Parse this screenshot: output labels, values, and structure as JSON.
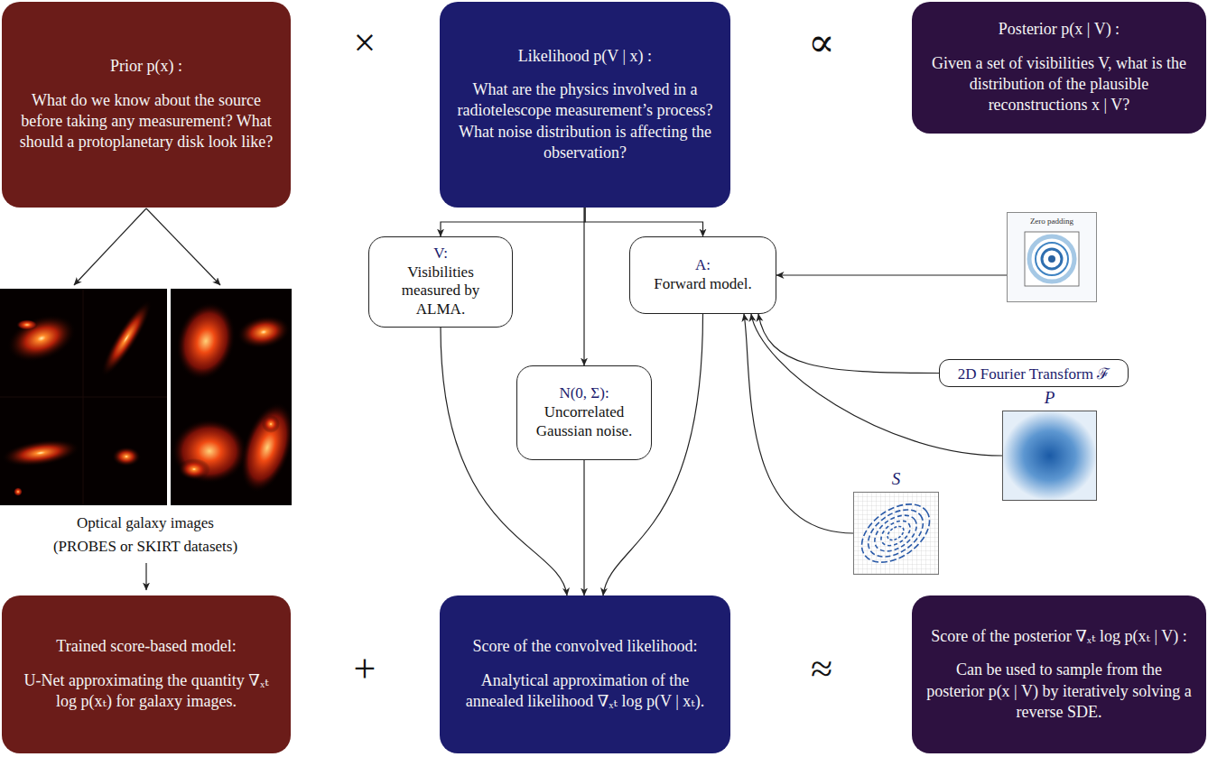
{
  "diagram": {
    "nodes": [
      {
        "text": [
          "Prior p(x) :",
          "What do we know about the source before taking any measurement? What should a protoplanetary disk look like?"
        ]
      },
      {
        "text": [
          "Likelihood p(V | x) :",
          "What are the physics involved in a radiotelescope measurement’s process? What noise distribution is affecting the observation?"
        ]
      },
      {
        "text": [
          "Posterior p(x | V) :",
          "Given a set of visibilities V, what is the distribution of the plausible reconstructions x | V?"
        ]
      },
      {
        "text": [
          "V:",
          "Visibilities measured by ALMA."
        ]
      },
      {
        "text": [
          "A:",
          "Forward model."
        ]
      },
      {
        "text": [
          "Zero padding"
        ]
      },
      {
        "text": [
          "2D Fourier Transform ℱ"
        ]
      },
      {
        "text": [
          "N(0, Σ):",
          "Uncorrelated Gaussian noise."
        ]
      },
      {
        "text": [
          "P"
        ]
      },
      {
        "text": [
          "S"
        ]
      },
      {
        "text": [
          "Trained score-based model:",
          "U-Net approximating the quantity ∇ₓₜ log p(xₜ) for galaxy images."
        ]
      },
      {
        "text": [
          "Score of the convolved likelihood:",
          "Analytical approximation of the annealed likelihood ∇ₓₜ log p(V | xₜ)."
        ]
      },
      {
        "text": [
          "Score of the posterior ∇ₓₜ log p(xₜ | V) :",
          "Can be used to sample from the posterior p(x | V) by iteratively solving a reverse SDE."
        ]
      }
    ],
    "edges": [
      {
        "from": 1,
        "to": 3,
        "arrow": "to"
      },
      {
        "from": 1,
        "to": 4,
        "arrow": "to"
      },
      {
        "from": 1,
        "to": 7,
        "arrow": "to"
      },
      {
        "from": 5,
        "to": 4,
        "arrow": "to"
      },
      {
        "from": 6,
        "to": 4,
        "arrow": "to"
      },
      {
        "from": 8,
        "to": 4,
        "arrow": "to"
      },
      {
        "from": 9,
        "to": 4,
        "arrow": "to"
      },
      {
        "from": 3,
        "to": 11,
        "arrow": "to"
      },
      {
        "from": 7,
        "to": 11,
        "arrow": "to"
      },
      {
        "from": 4,
        "to": 11,
        "arrow": "to"
      }
    ],
    "labels": [
      "×",
      "∝",
      "Optical galaxy images",
      "(PROBES or SKIRT datasets)",
      "+",
      "≈"
    ]
  }
}
